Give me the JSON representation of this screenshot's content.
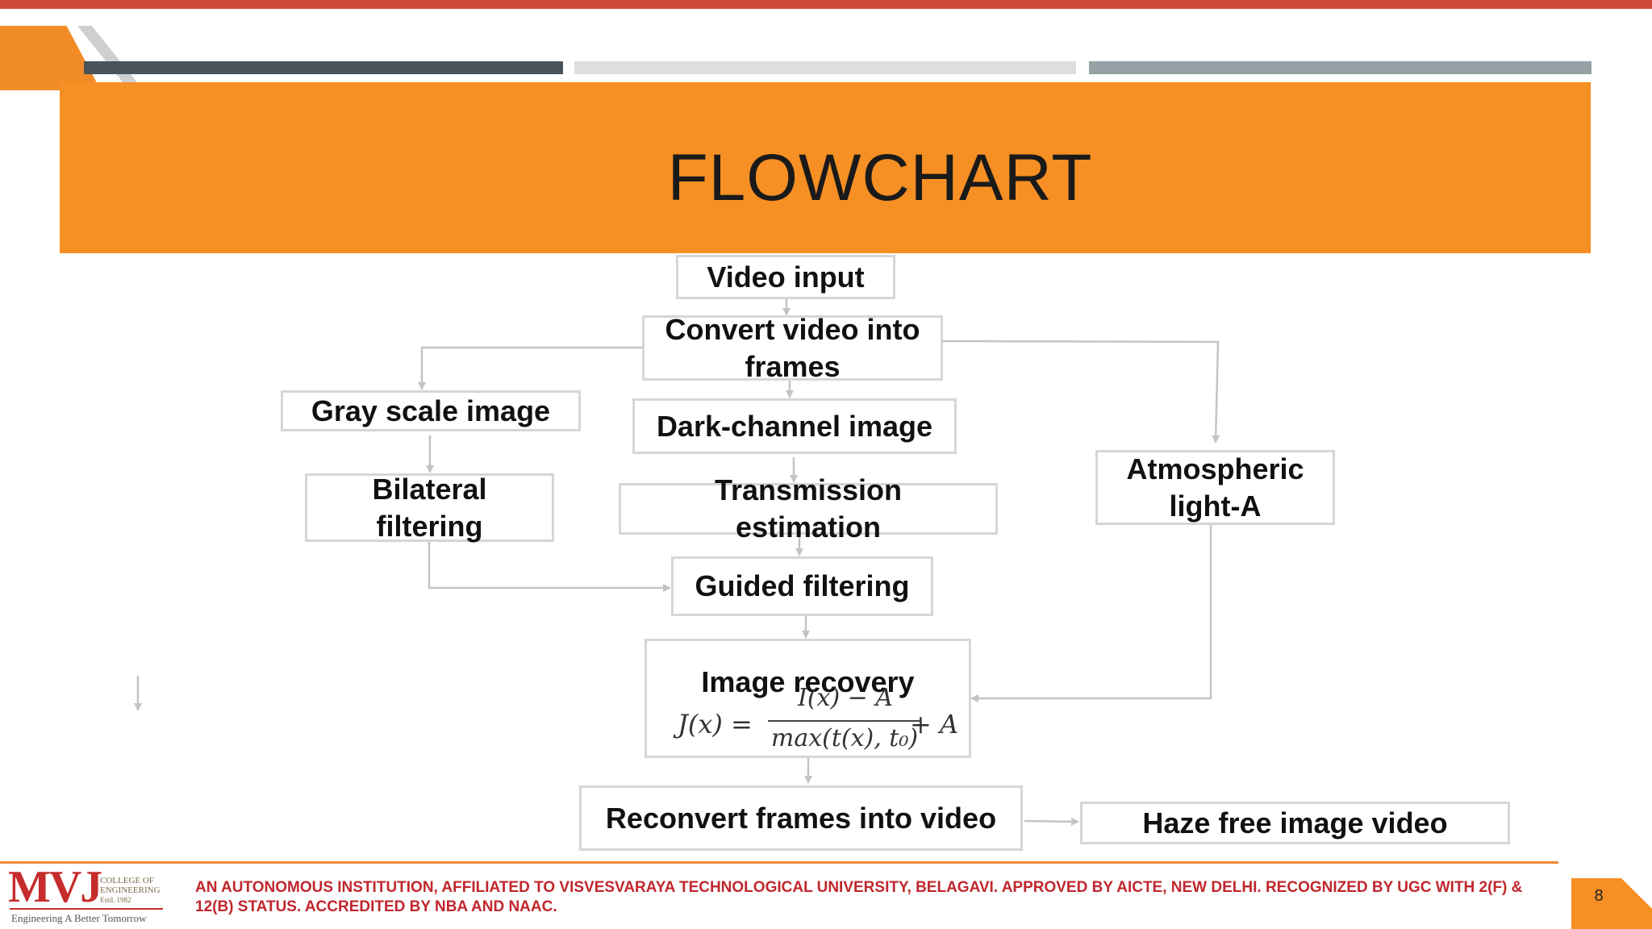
{
  "slide": {
    "title": "FLOWCHART",
    "page_number": "8"
  },
  "flowchart": {
    "nodes": {
      "video_input": "Video input",
      "convert_frames": "Convert video into frames",
      "gray_scale": "Gray scale image",
      "dark_channel": "Dark-channel image",
      "bilateral": "Bilateral filtering",
      "transmission": "Transmission estimation",
      "atmospheric": "Atmospheric light-A",
      "guided": "Guided filtering",
      "image_recovery": "Image recovery",
      "reconvert": "Reconvert frames into video",
      "haze_free": "Haze free image video"
    },
    "equation": {
      "lhs": "J(x) =",
      "numerator": "I(x) − A",
      "denominator": "max(t(x), t₀)",
      "rhs": "+ A"
    }
  },
  "footer": {
    "accreditation": "AN AUTONOMOUS INSTITUTION, AFFILIATED TO VISVESVARAYA TECHNOLOGICAL UNIVERSITY, BELAGAVI. APPROVED BY AICTE, NEW DELHI. RECOGNIZED BY UGC WITH 2(F) & 12(B) STATUS. ACCREDITED BY NBA AND NAAC.",
    "logo": {
      "mark": "MVJ",
      "college_line1": "COLLEGE OF",
      "college_line2": "ENGINEERING",
      "college_line3": "Estd. 1982",
      "tagline": "Engineering A Better Tomorrow"
    }
  },
  "colors": {
    "banner": "#f68f24",
    "top_bar": "#d04a37",
    "box_border": "#d6d6d6",
    "connector": "#c4c4c4",
    "footer_text": "#c0272d"
  }
}
